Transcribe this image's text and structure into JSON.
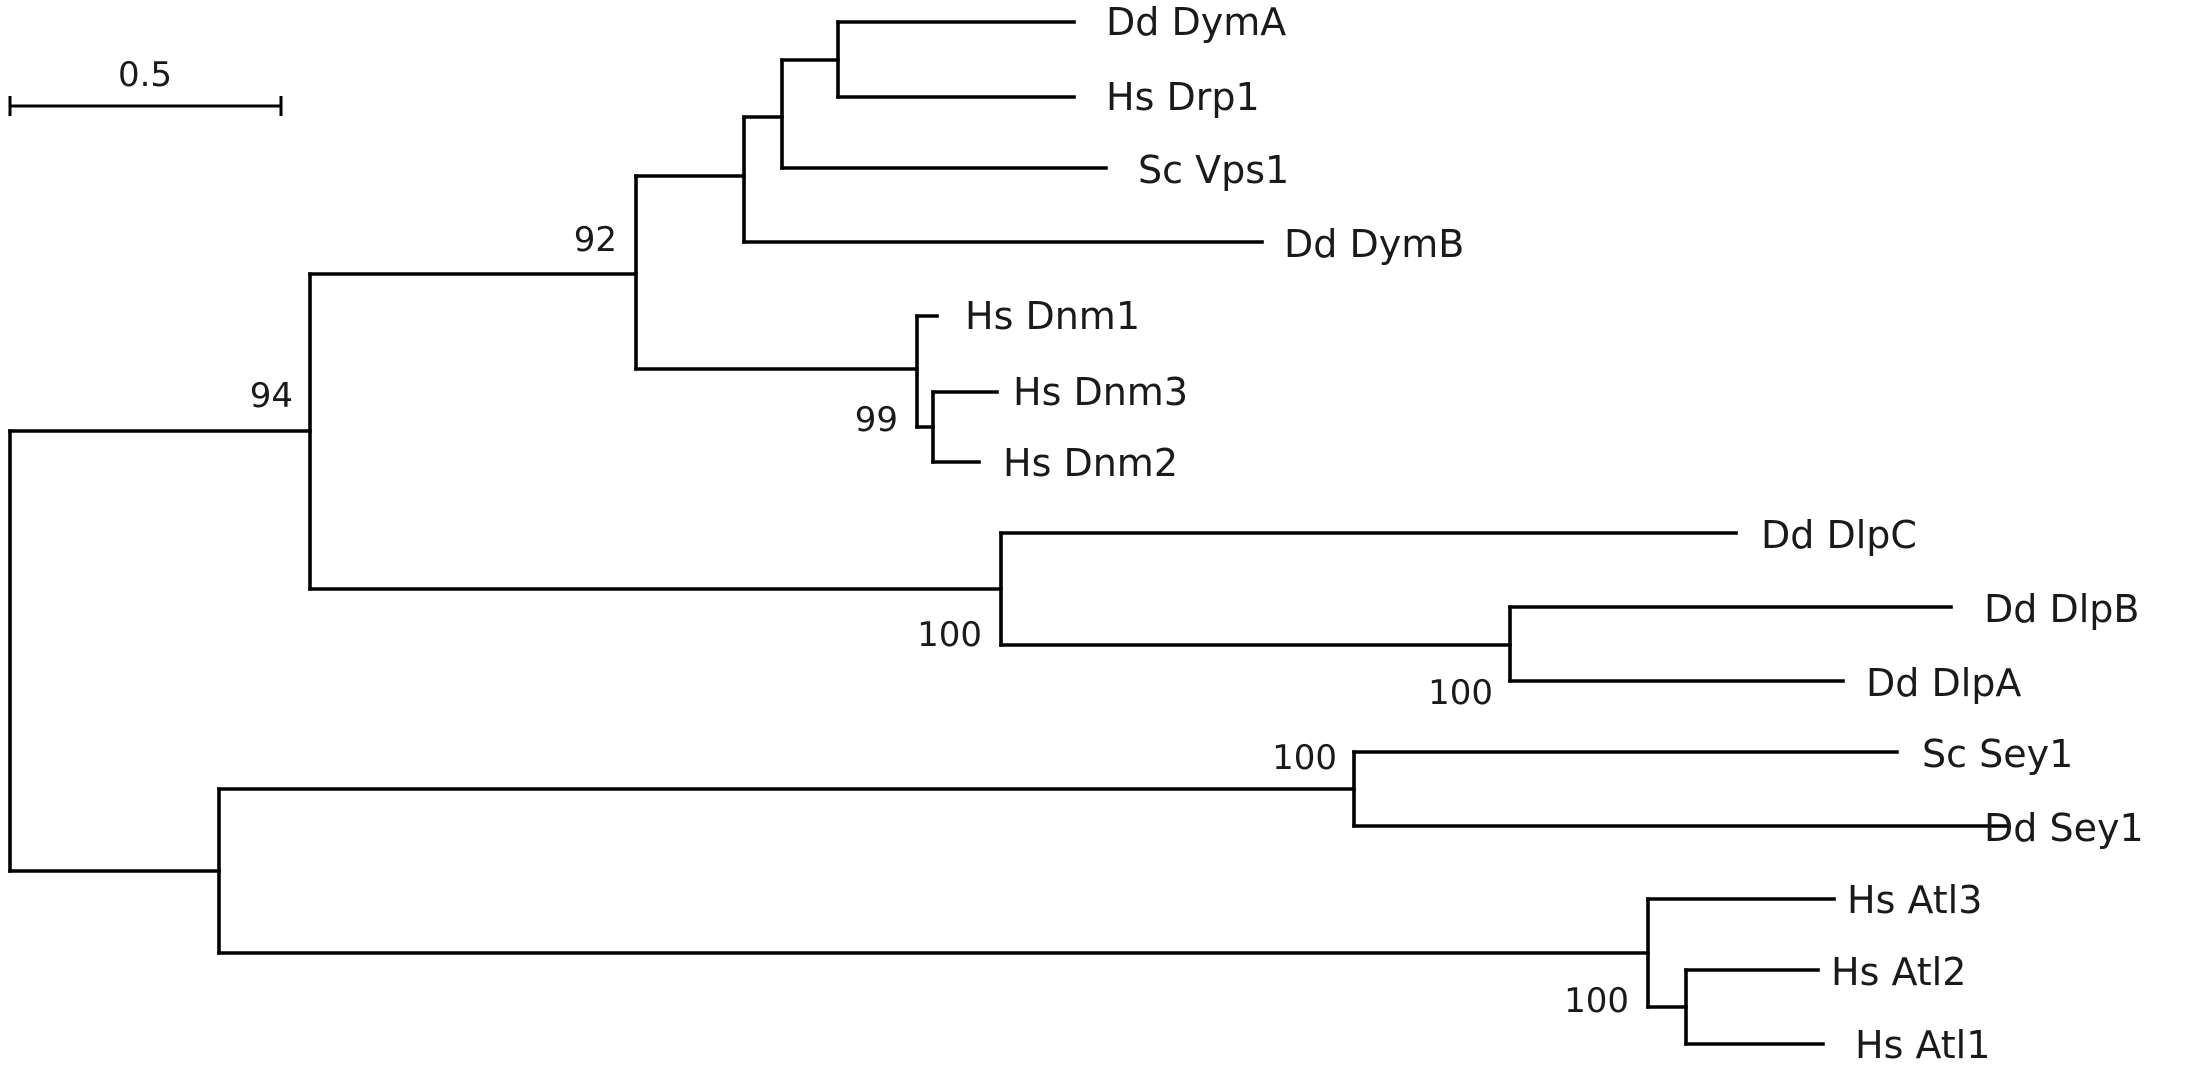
{
  "scale_bar": {
    "label": "0.5",
    "length": 0.5
  },
  "leaves": [
    {
      "id": "dd_dyma",
      "label": "Dd DymA"
    },
    {
      "id": "hs_drp1",
      "label": "Hs Drp1"
    },
    {
      "id": "sc_vps1",
      "label": "Sc Vps1"
    },
    {
      "id": "dd_dymb",
      "label": "Dd DymB"
    },
    {
      "id": "hs_dnm1",
      "label": "Hs Dnm1"
    },
    {
      "id": "hs_dnm3",
      "label": "Hs Dnm3"
    },
    {
      "id": "hs_dnm2",
      "label": "Hs Dnm2"
    },
    {
      "id": "dd_dlpc",
      "label": "Dd DlpC"
    },
    {
      "id": "dd_dlpb",
      "label": "Dd DlpB"
    },
    {
      "id": "dd_dlpa",
      "label": "Dd DlpA"
    },
    {
      "id": "sc_sey1",
      "label": "Sc Sey1"
    },
    {
      "id": "dd_sey1",
      "label": "Dd Sey1"
    },
    {
      "id": "hs_atl3",
      "label": "Hs Atl3"
    },
    {
      "id": "hs_atl2",
      "label": "Hs Atl2"
    },
    {
      "id": "hs_atl1",
      "label": "Hs Atl1"
    }
  ],
  "support_values": {
    "dynamin_drp_clade": "92",
    "dynamin_dlp_clade": "94",
    "dnm_clade": "99",
    "dlp_clade": "100",
    "dlpab_clade": "100",
    "sey_clade": "100",
    "atl_clade": "100"
  }
}
